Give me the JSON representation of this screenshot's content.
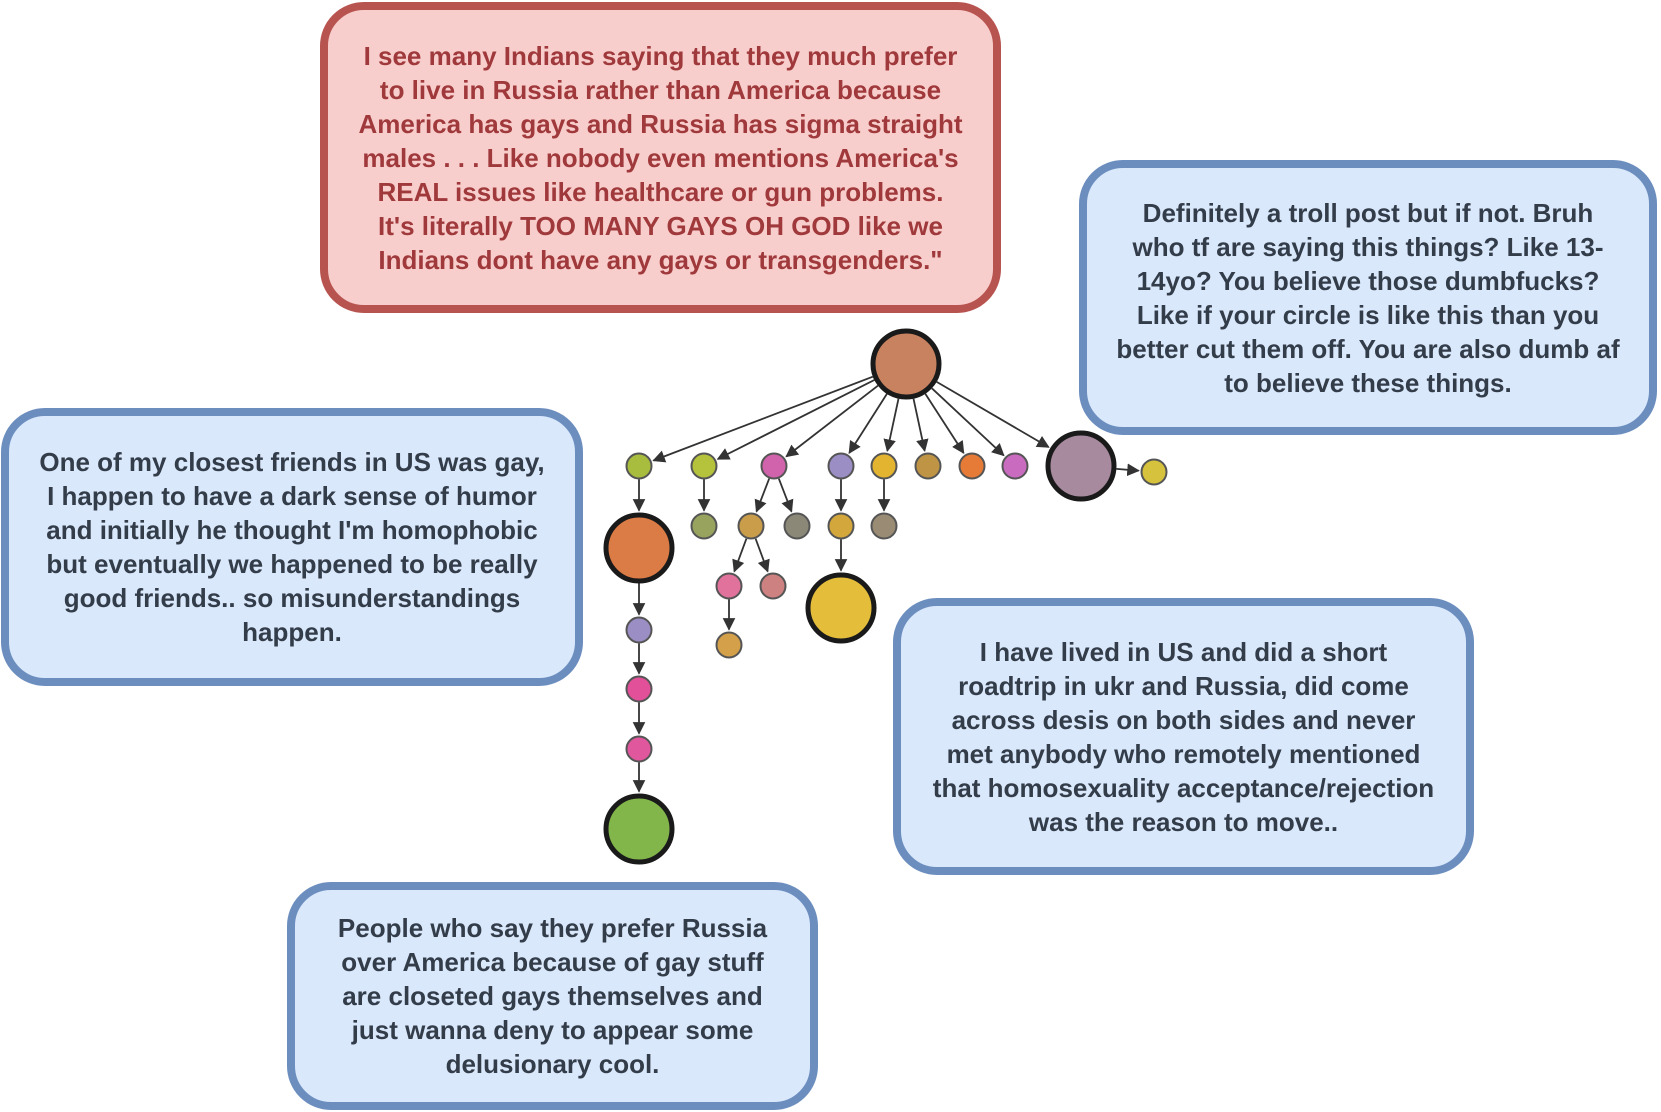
{
  "comments": {
    "original_post": "I see many Indians saying that they much prefer to live in Russia rather than America because America has gays and Russia has sigma straight males . . . Like nobody even mentions America's REAL issues like healthcare or gun problems. It's literally TOO MANY GAYS OH GOD like we Indians dont have any gays or transgenders.\"",
    "reply_troll": "Definitely a troll post but if not. Bruh who tf are saying this things? Like 13-14yo? You believe those dumbfucks? Like if your circle is like this than you better cut them off. You are also dumb af to believe these things.",
    "reply_friend": "One of my closest friends in US was gay, I happen to have a dark sense of humor and initially he thought I'm homophobic but eventually we happened to be really good friends.. so misunderstandings happen.",
    "reply_roadtrip": "I have lived in US and did a short roadtrip in ukr and Russia, did come across desis on both sides and never met anybody who remotely mentioned that homosexuality acceptance/rejection was the reason to move..",
    "reply_closeted": "People who say they prefer Russia over America because of gay stuff are closeted gays themselves and just wanna deny to appear some delusionary cool."
  },
  "styles": {
    "root_fill": "#f8cecc",
    "root_stroke": "#b85450",
    "reply_fill": "#dae8fc",
    "reply_stroke": "#6c8ebf",
    "edge_color": "#333333"
  },
  "tree": {
    "nodes": [
      {
        "id": "root",
        "color": "#c8825f",
        "size": "large"
      },
      {
        "id": "c1",
        "color": "#a8bd3e",
        "size": "small"
      },
      {
        "id": "c2",
        "color": "#b5c23b",
        "size": "small"
      },
      {
        "id": "c3",
        "color": "#d162ac",
        "size": "small"
      },
      {
        "id": "c4",
        "color": "#9b8ec4",
        "size": "small"
      },
      {
        "id": "c5",
        "color": "#e3b430",
        "size": "small"
      },
      {
        "id": "c6",
        "color": "#bf9545",
        "size": "small"
      },
      {
        "id": "c7",
        "color": "#e57b36",
        "size": "small"
      },
      {
        "id": "c8",
        "color": "#c96cbf",
        "size": "small"
      },
      {
        "id": "c9",
        "color": "#a88a9e",
        "size": "large"
      },
      {
        "id": "c10",
        "color": "#d6c23c",
        "size": "small"
      },
      {
        "id": "c1a",
        "color": "#db7b45",
        "size": "large"
      },
      {
        "id": "c1b",
        "color": "#9b8ec4",
        "size": "small"
      },
      {
        "id": "c1c",
        "color": "#e2509a",
        "size": "small"
      },
      {
        "id": "c1d",
        "color": "#e0579d",
        "size": "small"
      },
      {
        "id": "c1e",
        "color": "#82b54a",
        "size": "large"
      },
      {
        "id": "c2a",
        "color": "#98a45e",
        "size": "small"
      },
      {
        "id": "c3a",
        "color": "#c99d4a",
        "size": "small"
      },
      {
        "id": "c3b",
        "color": "#8b8878",
        "size": "small"
      },
      {
        "id": "c3a1",
        "color": "#e0729b",
        "size": "small"
      },
      {
        "id": "c3a2",
        "color": "#cd8180",
        "size": "small"
      },
      {
        "id": "c3a1a",
        "color": "#d5a04a",
        "size": "small"
      },
      {
        "id": "c4a",
        "color": "#d4a73d",
        "size": "small"
      },
      {
        "id": "c4b",
        "color": "#e4be3a",
        "size": "large"
      },
      {
        "id": "c5a",
        "color": "#9a8b75",
        "size": "small"
      }
    ],
    "edges": [
      [
        "root",
        "c1"
      ],
      [
        "root",
        "c2"
      ],
      [
        "root",
        "c3"
      ],
      [
        "root",
        "c4"
      ],
      [
        "root",
        "c5"
      ],
      [
        "root",
        "c6"
      ],
      [
        "root",
        "c7"
      ],
      [
        "root",
        "c8"
      ],
      [
        "root",
        "c9"
      ],
      [
        "c9",
        "c10"
      ],
      [
        "c1",
        "c1a"
      ],
      [
        "c1a",
        "c1b"
      ],
      [
        "c1b",
        "c1c"
      ],
      [
        "c1c",
        "c1d"
      ],
      [
        "c1d",
        "c1e"
      ],
      [
        "c2",
        "c2a"
      ],
      [
        "c3",
        "c3a"
      ],
      [
        "c3",
        "c3b"
      ],
      [
        "c3a",
        "c3a1"
      ],
      [
        "c3a",
        "c3a2"
      ],
      [
        "c3a1",
        "c3a1a"
      ],
      [
        "c4",
        "c4a"
      ],
      [
        "c4a",
        "c4b"
      ],
      [
        "c5",
        "c5a"
      ]
    ]
  }
}
